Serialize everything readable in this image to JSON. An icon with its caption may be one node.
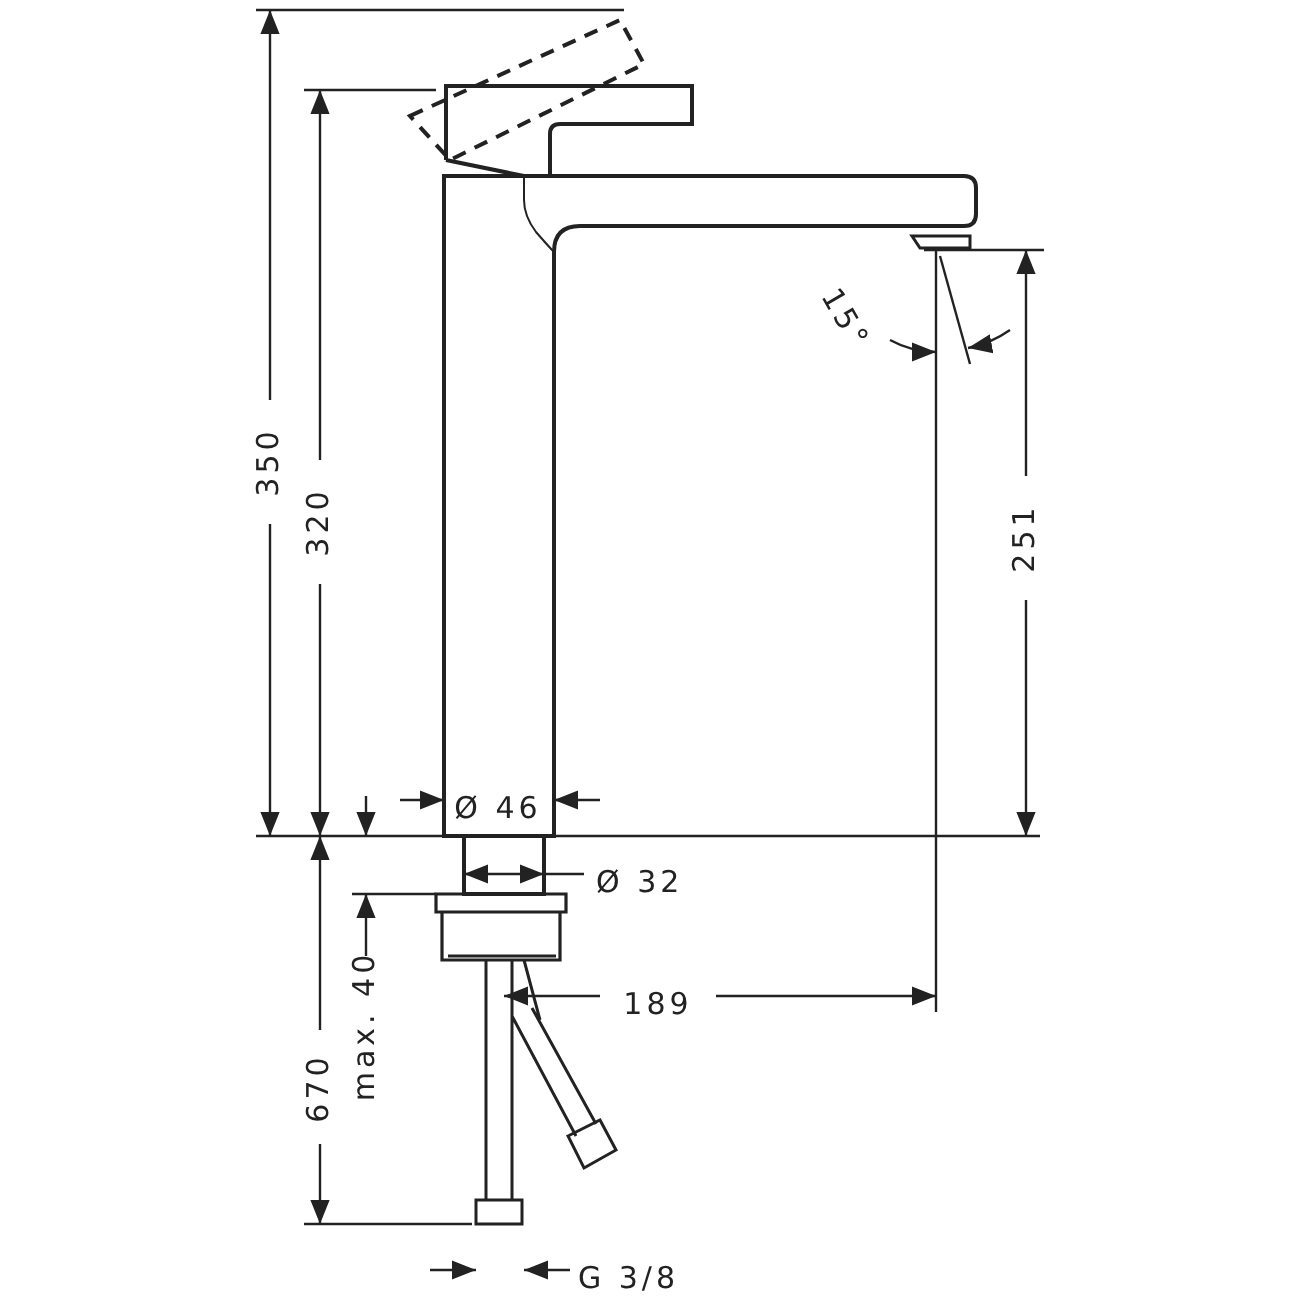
{
  "diagram": {
    "labels": [
      "350",
      "320",
      "15°",
      "251",
      "Ø 46",
      "Ø 32",
      "189",
      "670",
      "max. 40",
      "G 3/8"
    ]
  }
}
